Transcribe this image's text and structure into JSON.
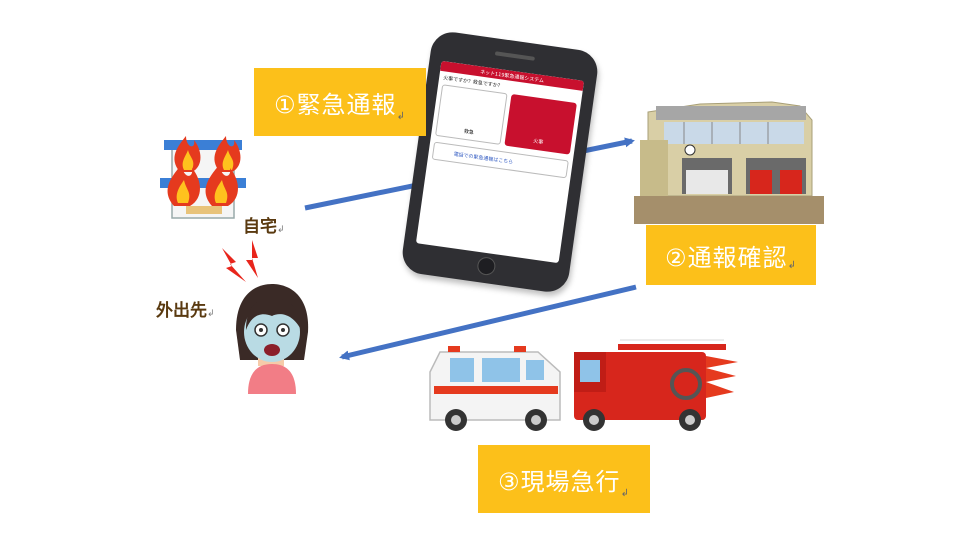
{
  "step1": {
    "label": "①緊急通報",
    "return_mark": "↲"
  },
  "step2": {
    "label": "②通報確認",
    "return_mark": "↲"
  },
  "step3": {
    "label": "③現場急行",
    "return_mark": "↲"
  },
  "home_label": "自宅",
  "away_label": "外出先",
  "return_mark": "↲",
  "phone_screen": {
    "header": "ネット119緊急通報システム",
    "question": "火事ですか？救急ですか？",
    "option_ambulance": "救急",
    "option_fire": "火事",
    "link_text": "電話での緊急通報はこちら"
  },
  "colors": {
    "label_bg": "#fcc01a",
    "arrow": "#4472c4",
    "fire": "#e53a1e",
    "truck": "#d7261c"
  }
}
